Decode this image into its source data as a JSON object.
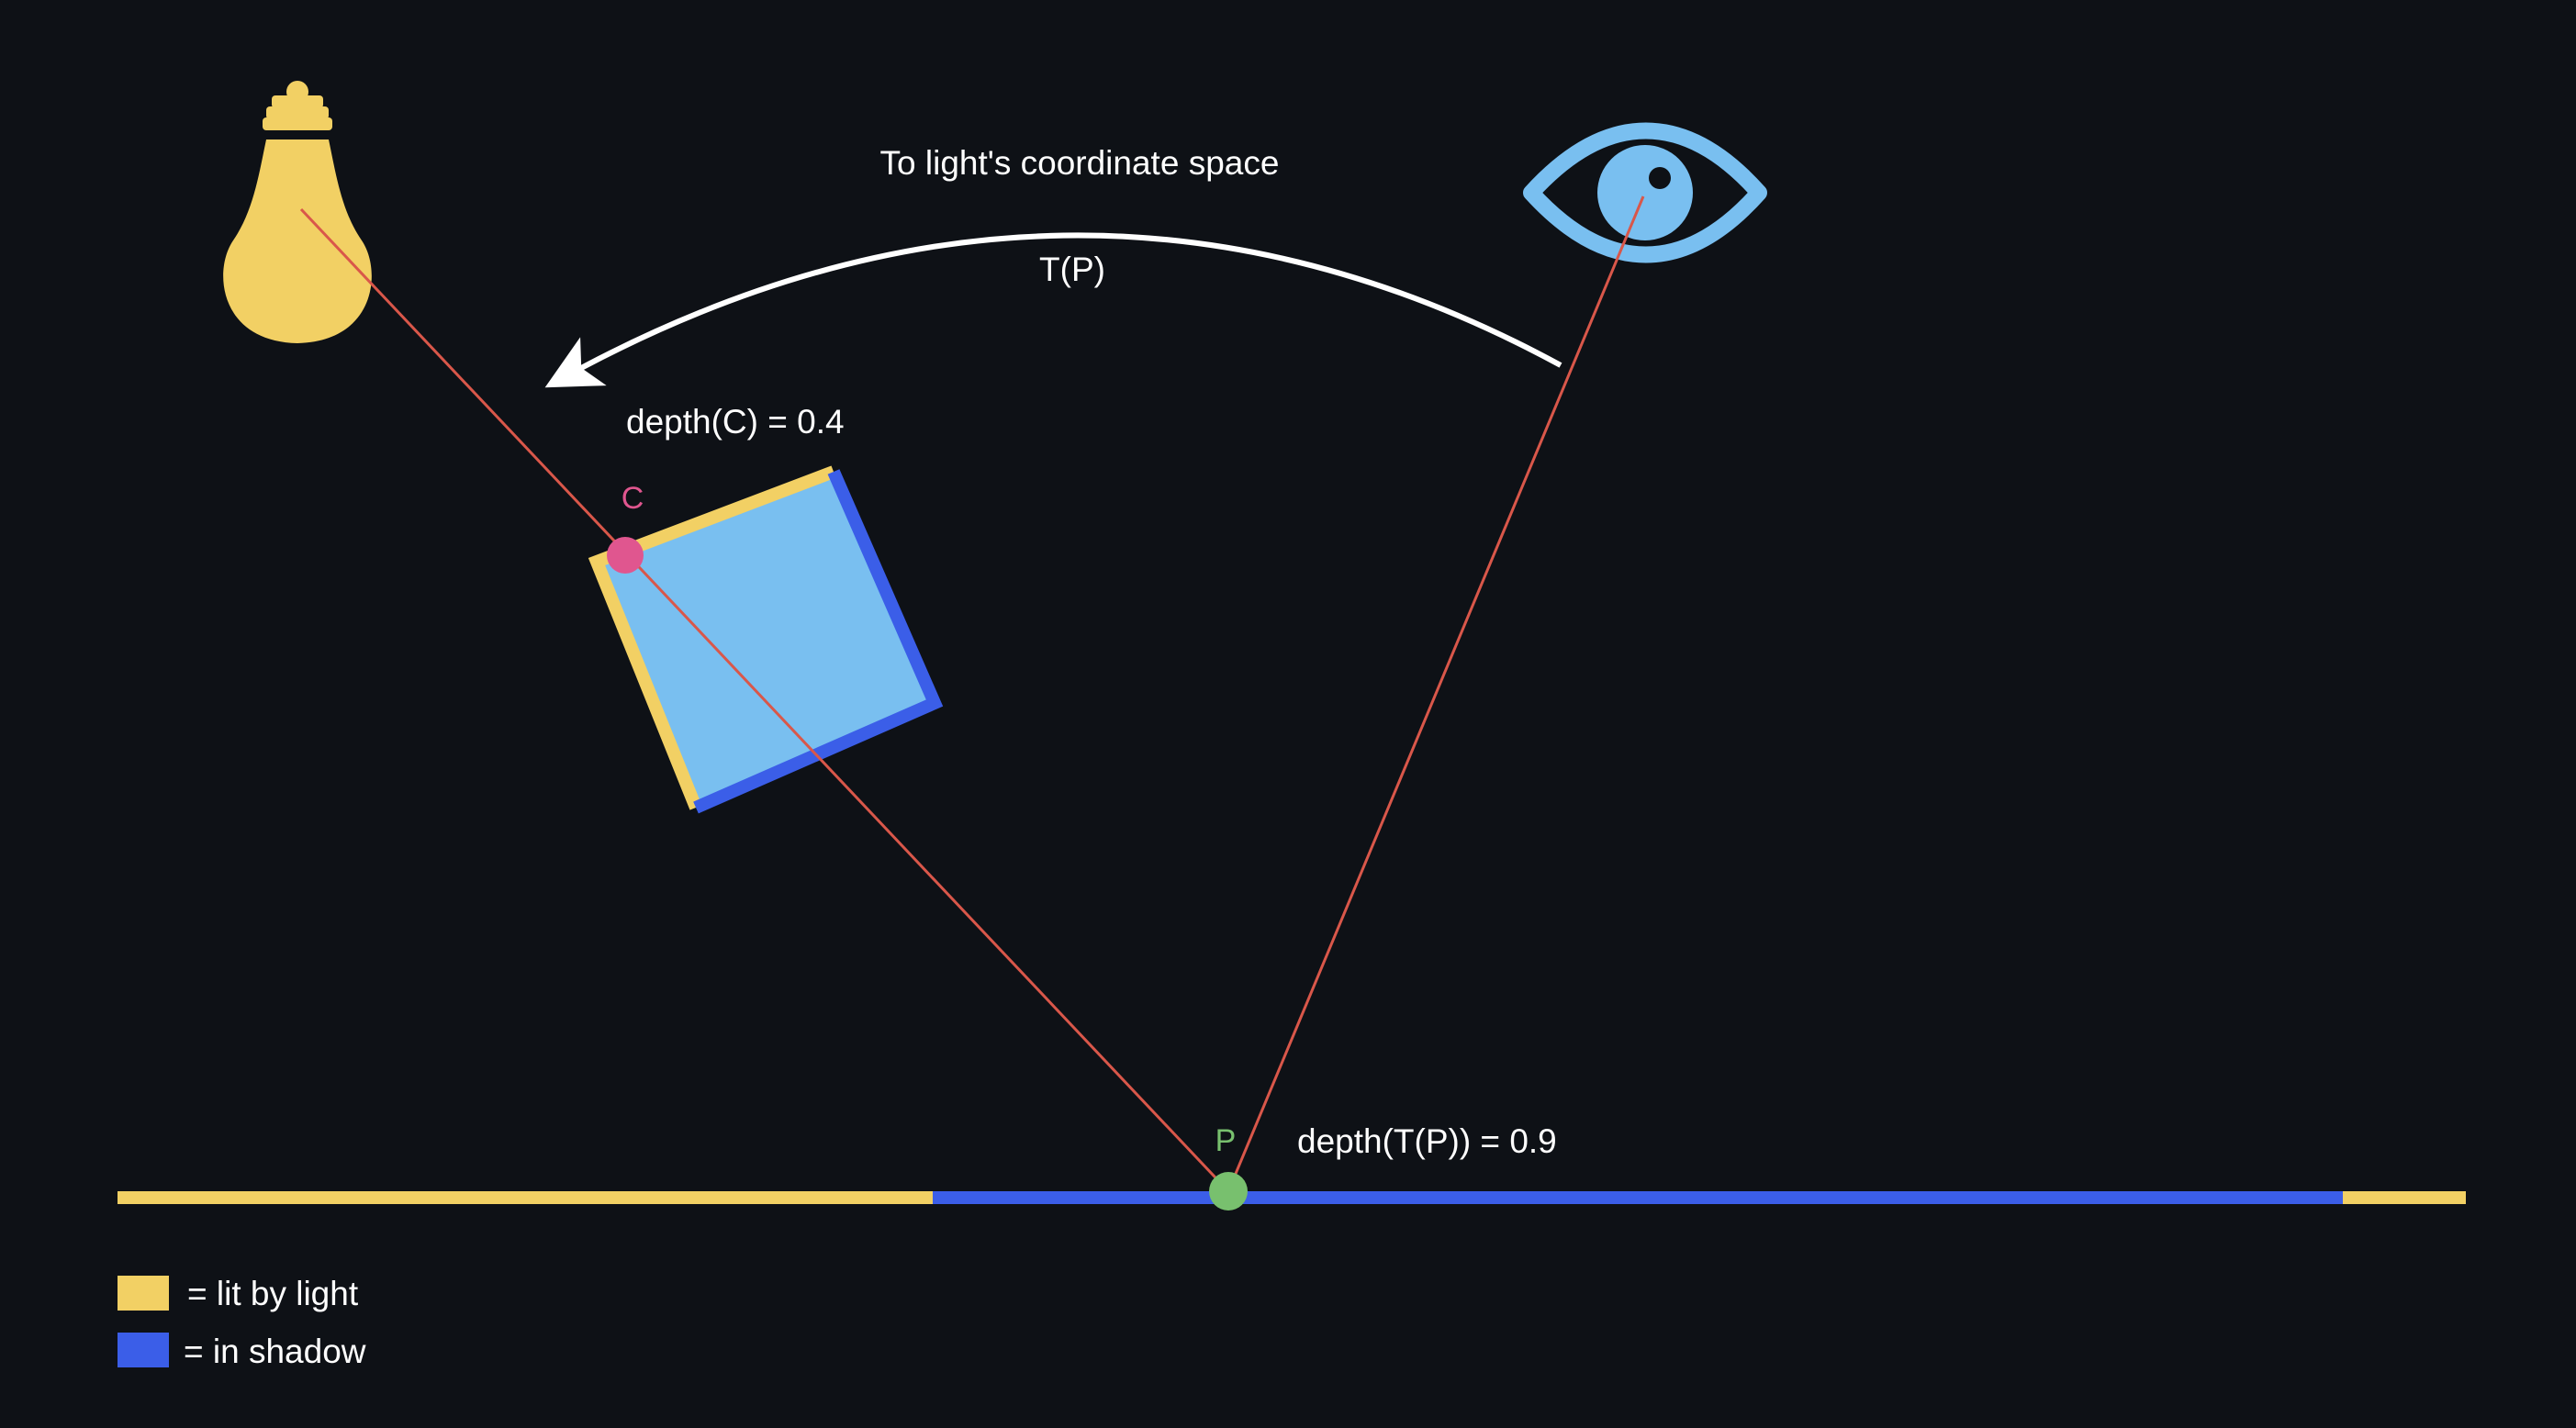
{
  "colors": {
    "background": "#0e1116",
    "lit": "#f2d064",
    "shadow": "#3b5ee8",
    "cube_fill": "#79bff0",
    "eye": "#79bff0",
    "bulb": "#f2d064",
    "ray": "#d9574a",
    "point_c": "#e0568f",
    "point_p": "#78c06e",
    "text": "#ffffff",
    "arrow": "#ffffff"
  },
  "icons": {
    "light": "light-bulb-icon",
    "camera": "eye-icon"
  },
  "arrow": {
    "title": "To light's coordinate space",
    "transform": "T(P)"
  },
  "points": {
    "c": {
      "label": "C",
      "depth_label": "depth(C) = 0.4"
    },
    "p": {
      "label": "P",
      "depth_label": "depth(T(P)) = 0.9"
    }
  },
  "legend": {
    "lit_label": "= lit by light",
    "shadow_label": "= in shadow"
  }
}
